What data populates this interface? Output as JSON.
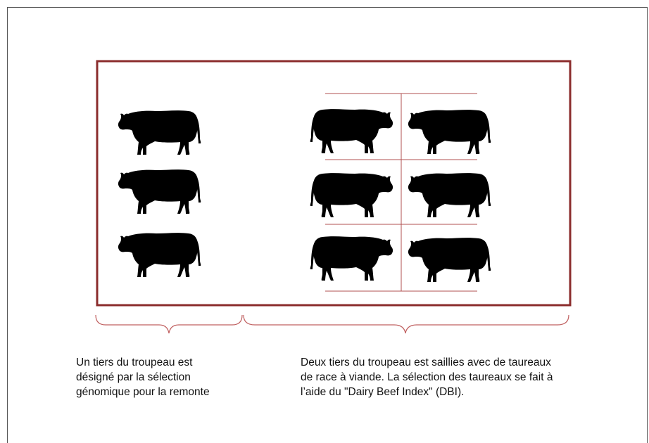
{
  "colors": {
    "frame": "#8b2c2c",
    "divider": "#b05050",
    "brace": "#c06060",
    "cow": "#000000",
    "outer_border": "#555555"
  },
  "herd": {
    "left_group": {
      "cow_icon": "cow-icon",
      "count": 3
    },
    "right_group": {
      "cow_icon": "cow-icon",
      "count": 6
    }
  },
  "captions": {
    "left": [
      "Un tiers du troupeau est",
      "désigné par la sélection",
      "génomique pour la remonte"
    ],
    "right": [
      "Deux tiers du troupeau est saillies avec de taureaux",
      "de race à viande. La sélection des taureaux se fait à",
      "l’aide du \"Dairy Beef Index\" (DBI)."
    ]
  }
}
